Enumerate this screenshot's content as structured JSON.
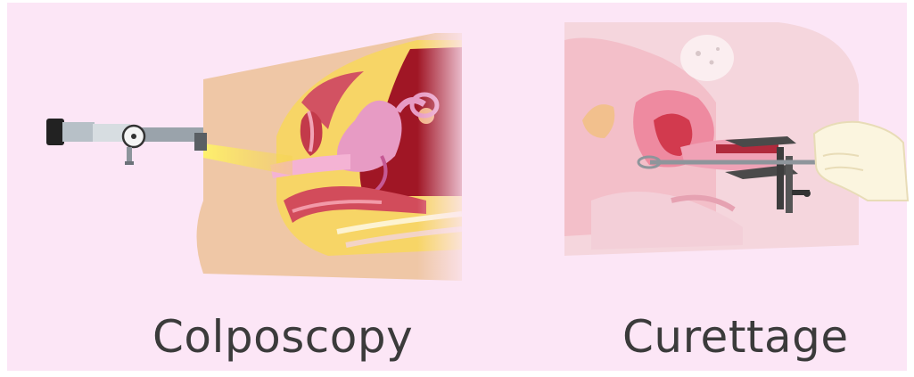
{
  "captions": {
    "left": "Colposcopy",
    "right": "Curettage"
  },
  "colors": {
    "background": "#fce6f6",
    "caption_text": "#3b3b3b",
    "skin": "#efc7a6",
    "tissue_yellow": "#f7d566",
    "uterus_dark": "#a01625",
    "organ_pink": "#e79bc4",
    "instrument_gray": "#9aa3ab"
  },
  "illustrations": {
    "left": "colposcope-examination-cross-section",
    "right": "curette-procedure-cross-section"
  }
}
